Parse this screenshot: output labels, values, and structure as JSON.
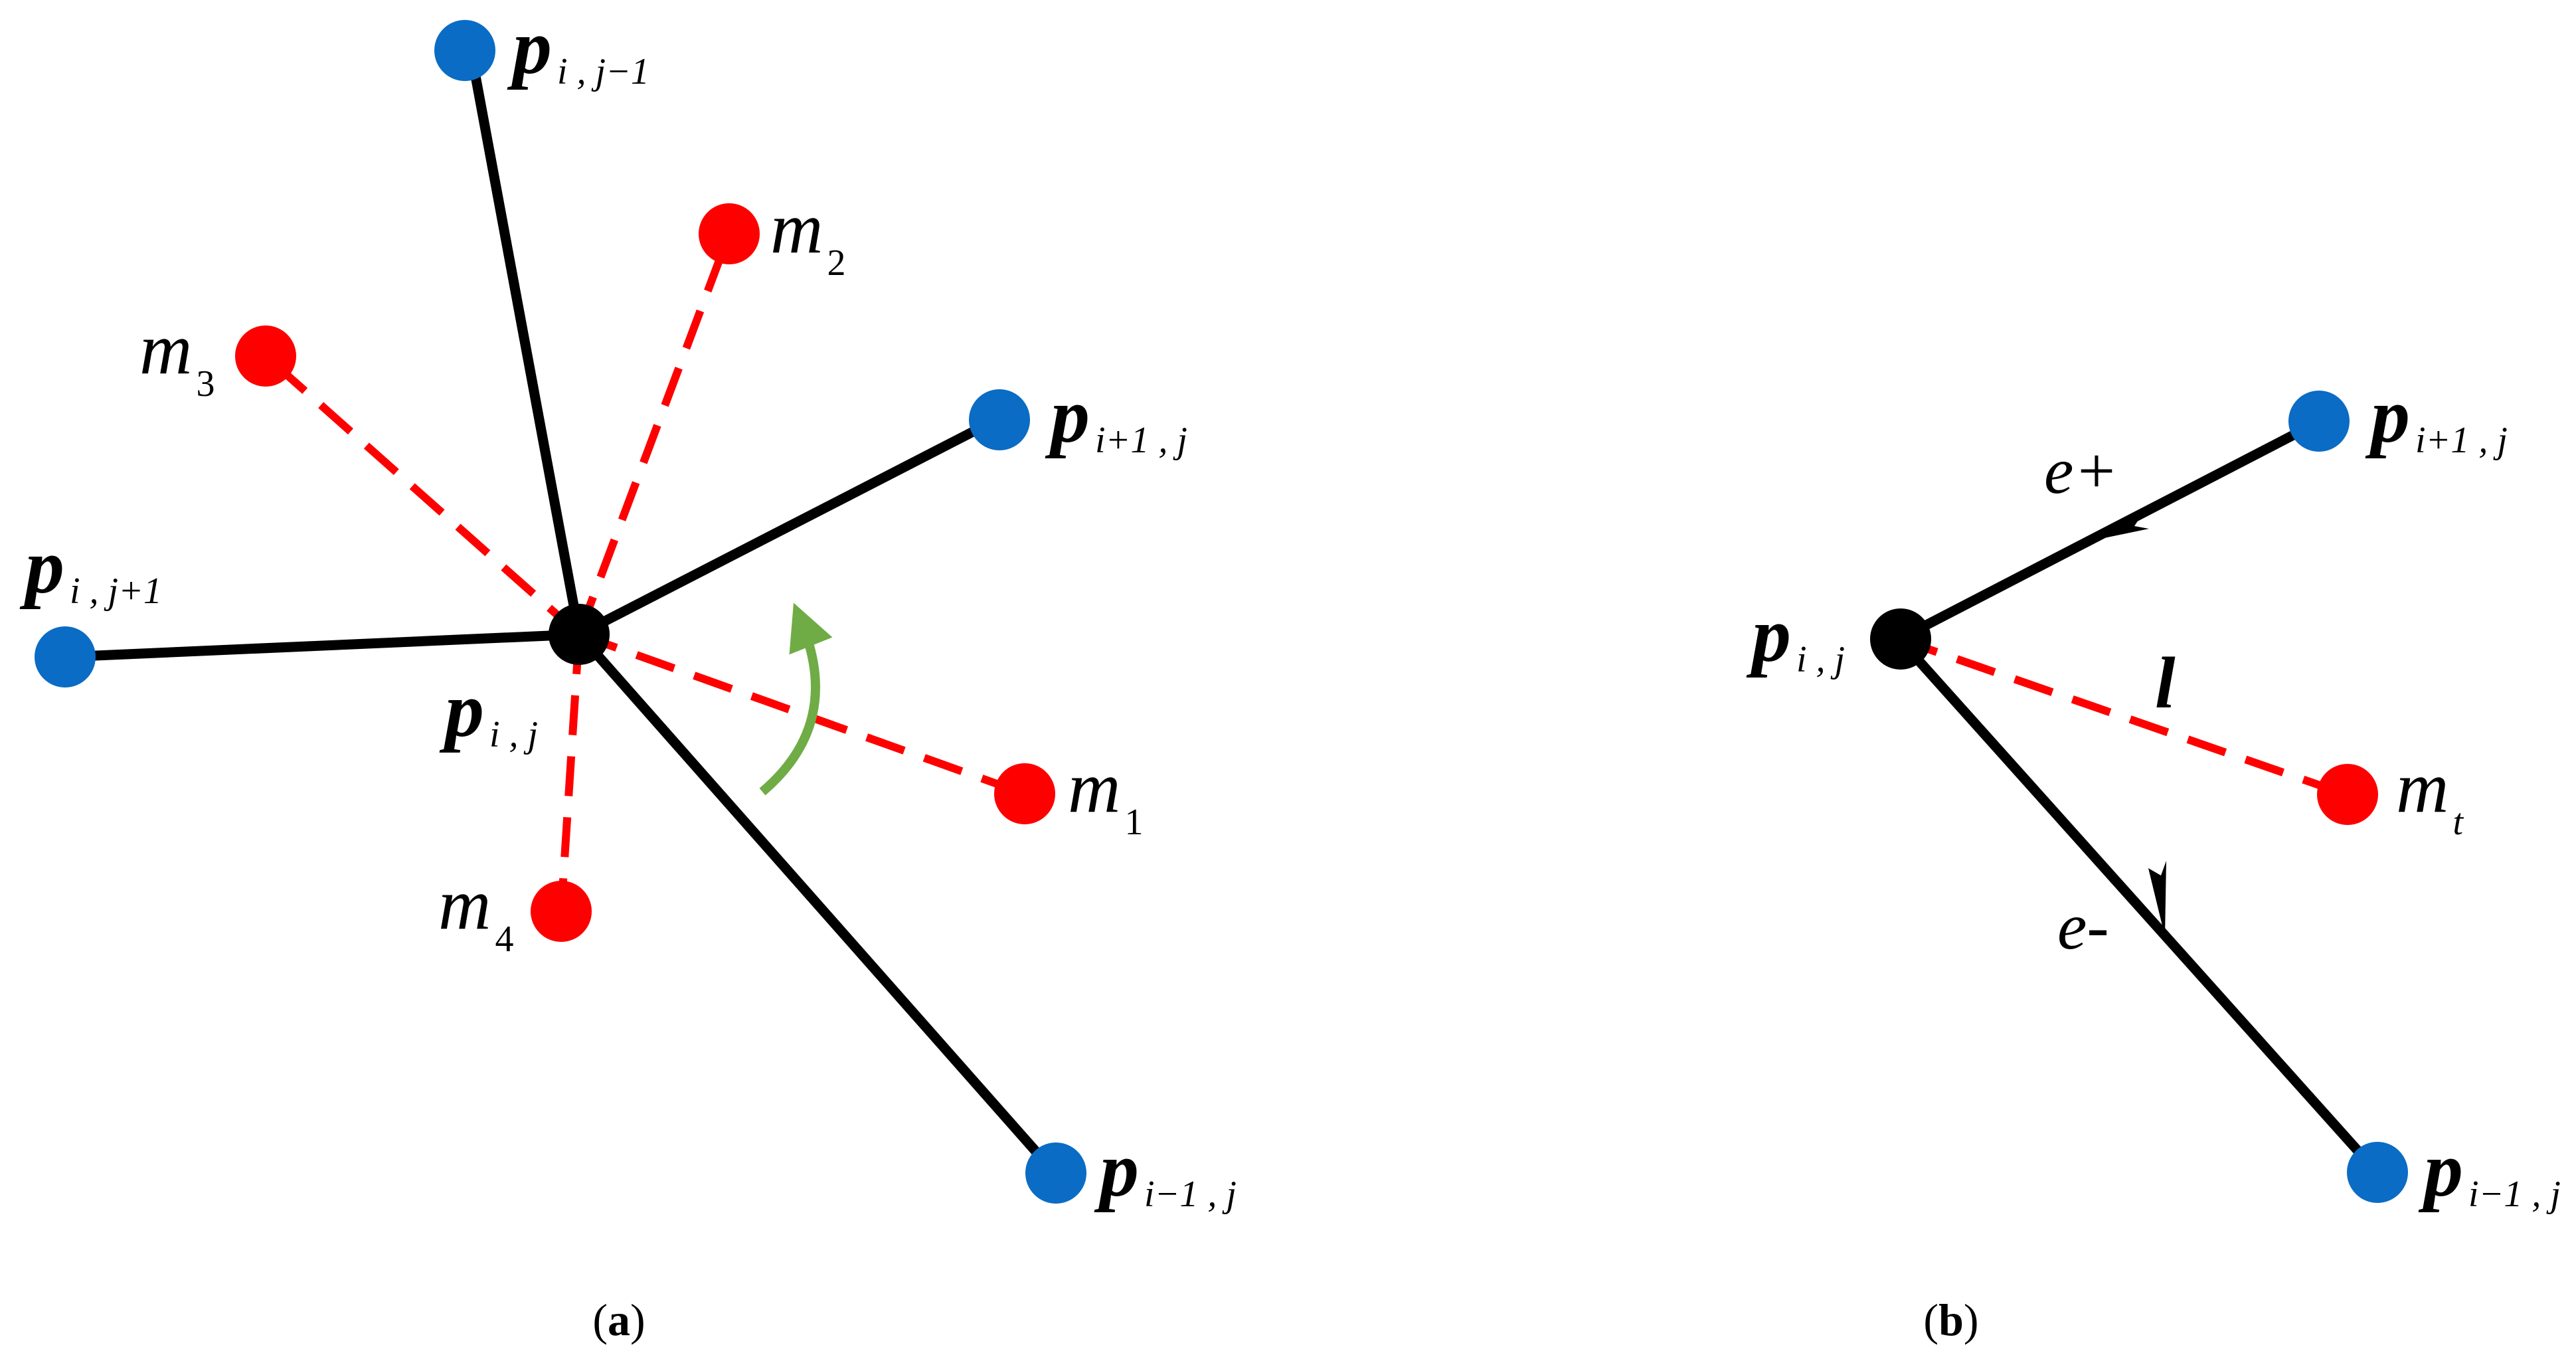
{
  "panel_a": {
    "caption_open": "(",
    "caption_letter": "a",
    "caption_close": ")",
    "center": {
      "main": "p",
      "sub": "i , j"
    },
    "neighbors": {
      "up": {
        "main": "p",
        "sub": "i , j−1"
      },
      "right": {
        "main": "p",
        "sub": "i+1 , j"
      },
      "left": {
        "main": "p",
        "sub": "i , j+1"
      },
      "down": {
        "main": "p",
        "sub": "i−1 , j"
      }
    },
    "midpoints": [
      {
        "main": "m",
        "sub": "1"
      },
      {
        "main": "m",
        "sub": "2"
      },
      {
        "main": "m",
        "sub": "3"
      },
      {
        "main": "m",
        "sub": "4"
      }
    ]
  },
  "panel_b": {
    "caption_open": "(",
    "caption_letter": "b",
    "caption_close": ")",
    "center": {
      "main": "p",
      "sub": "i , j"
    },
    "neighbor_top": {
      "main": "p",
      "sub": "i+1 , j"
    },
    "neighbor_bottom": {
      "main": "p",
      "sub": "i−1 , j"
    },
    "midpoint": {
      "main": "m",
      "sub": "t"
    },
    "edge_plus": "e+",
    "edge_minus": "e-",
    "line_label": "l"
  },
  "colors": {
    "neighbor_node": "#0a6cc4",
    "midpoint_node": "#ff0000",
    "center_node": "#000000",
    "rotation_arrow": "#6fac46"
  }
}
